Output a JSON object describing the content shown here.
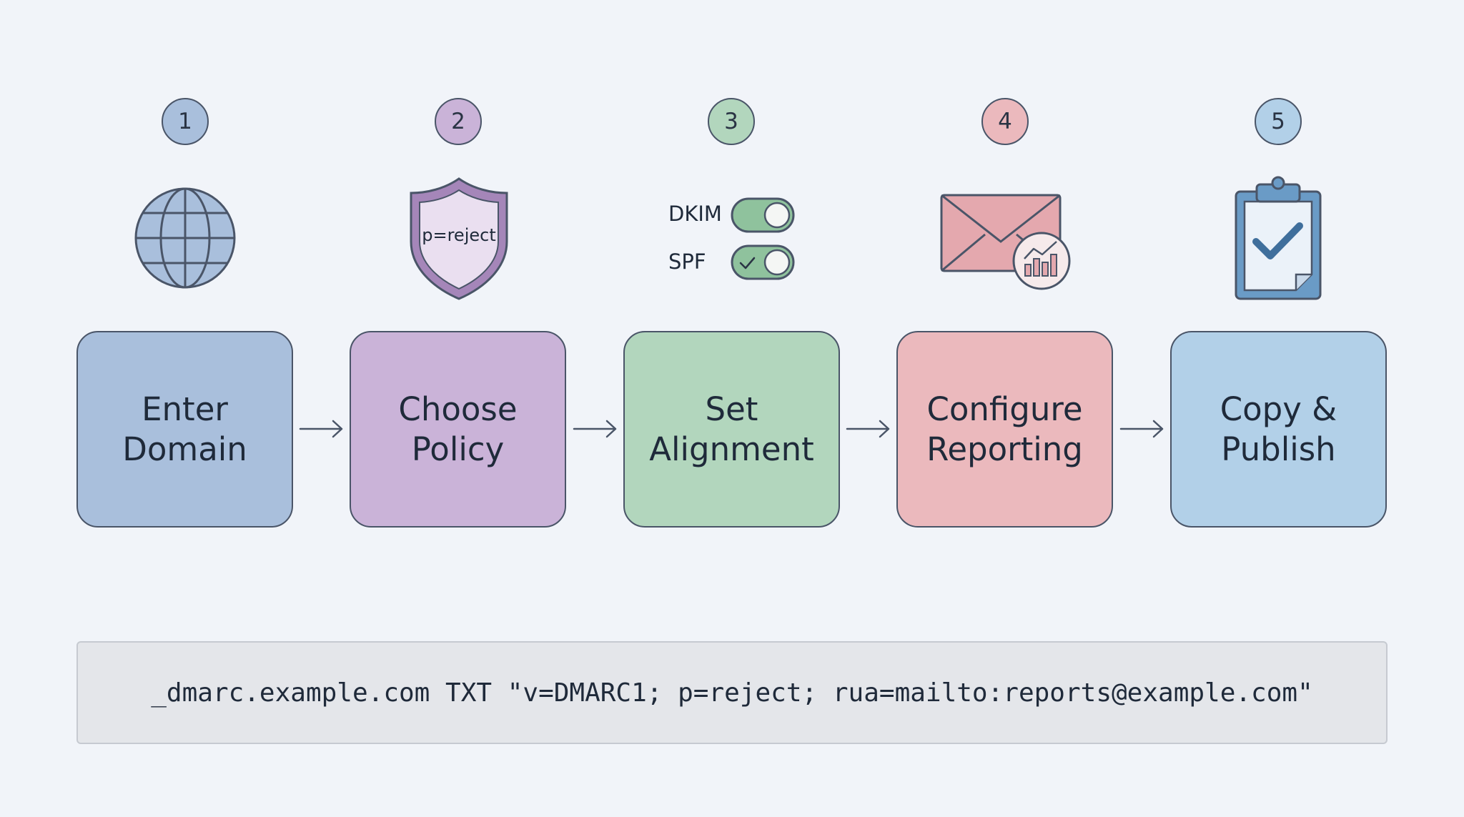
{
  "steps": [
    {
      "number": "1",
      "label": "Enter\nDomain",
      "icon": "globe-icon",
      "color": "#a9bfdc"
    },
    {
      "number": "2",
      "label": "Choose\nPolicy",
      "icon": "shield-icon",
      "color": "#cab3d8",
      "icon_text": "p=reject"
    },
    {
      "number": "3",
      "label": "Set\nAlignment",
      "icon": "toggle-icons",
      "color": "#b2d6bd"
    },
    {
      "number": "4",
      "label": "Configure\nReporting",
      "icon": "envelope-chart-icon",
      "color": "#ebb9bd"
    },
    {
      "number": "5",
      "label": "Copy &\nPublish",
      "icon": "clipboard-check-icon",
      "color": "#b2d0e8"
    }
  ],
  "toggles": [
    {
      "label": "DKIM",
      "state": "on"
    },
    {
      "label": "SPF",
      "state": "on"
    }
  ],
  "dns_record": "_dmarc.example.com TXT \"v=DMARC1; p=reject; rua=mailto:reports@example.com\""
}
